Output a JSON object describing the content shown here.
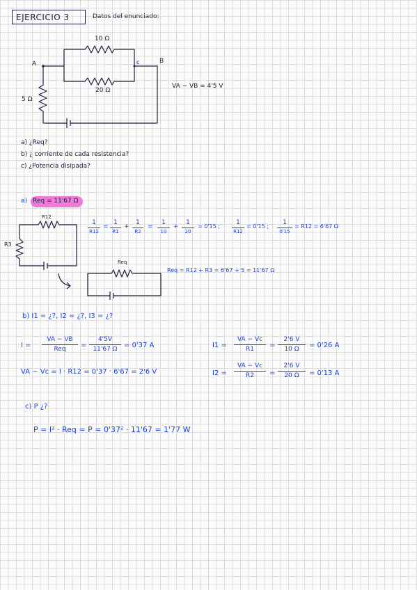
{
  "header": {
    "title": "EJERCICIO 3",
    "subtitle": "Datos del enunciado:"
  },
  "circuit": {
    "node_a": "A",
    "node_b": "B",
    "node_c": "c",
    "r_top": "10 Ω",
    "r_bottom": "20 Ω",
    "r_left": "5 Ω",
    "voltage": "VA − VB = 4'5 V"
  },
  "questions": {
    "a": "a) ¿Req?",
    "b": "b) ¿ corriente de cada resistencia?",
    "c": "c) ¿Potencia disipada?"
  },
  "answer_a": {
    "label": "a)",
    "result": "Req = 11'67 Ω",
    "r12_label": "R12",
    "r3_label": "R3",
    "req_label": "Req",
    "f1": {
      "num": "1",
      "den": "R12"
    },
    "f2": {
      "num": "1",
      "den": "R1"
    },
    "f3": {
      "num": "1",
      "den": "R2"
    },
    "f4": {
      "num": "1",
      "den": "10"
    },
    "f5": {
      "num": "1",
      "den": "20"
    },
    "f6": {
      "num": "1",
      "den": "R12"
    },
    "f7": {
      "num": "1",
      "den": "0'15"
    },
    "eq1": "=",
    "plus1": "+",
    "eq2": "=",
    "plus2": "+",
    "eq3": "= 0'15 ;",
    "eq4": "= 0'15 ;",
    "eq5": "= R12 = 6'67 Ω",
    "req_eq": "Req = R12 + R3 = 6'67 + 5 = 11'67 Ω"
  },
  "answer_b": {
    "question": "b) I1 = ¿?,  I2 = ¿?,  I3 = ¿?",
    "I_label": "I =",
    "I_frac1": {
      "num": "VA − VB",
      "den": "Req"
    },
    "I_frac2": {
      "num": "4'5V",
      "den": "11'67 Ω"
    },
    "I_result": "= 0'37 A",
    "vavc": "VA − Vc = I · R12 = 0'37 · 6'67 = 2'6 V",
    "I1_label": "I1 =",
    "I1_frac1": {
      "num": "VA − Vc",
      "den": "R1"
    },
    "I1_frac2": {
      "num": "2'6 V",
      "den": "10 Ω"
    },
    "I1_result": "= 0'26 A",
    "I2_label": "I2 =",
    "I2_frac1": {
      "num": "VA − Vc",
      "den": "R2"
    },
    "I2_frac2": {
      "num": "2'6 V",
      "den": "20 Ω"
    },
    "I2_result": "= 0'13 A",
    "eq": "="
  },
  "answer_c": {
    "question": "c) P ¿?",
    "formula": "P = I² · Req = P = 0'37² · 11'67 = 1'77 W"
  }
}
